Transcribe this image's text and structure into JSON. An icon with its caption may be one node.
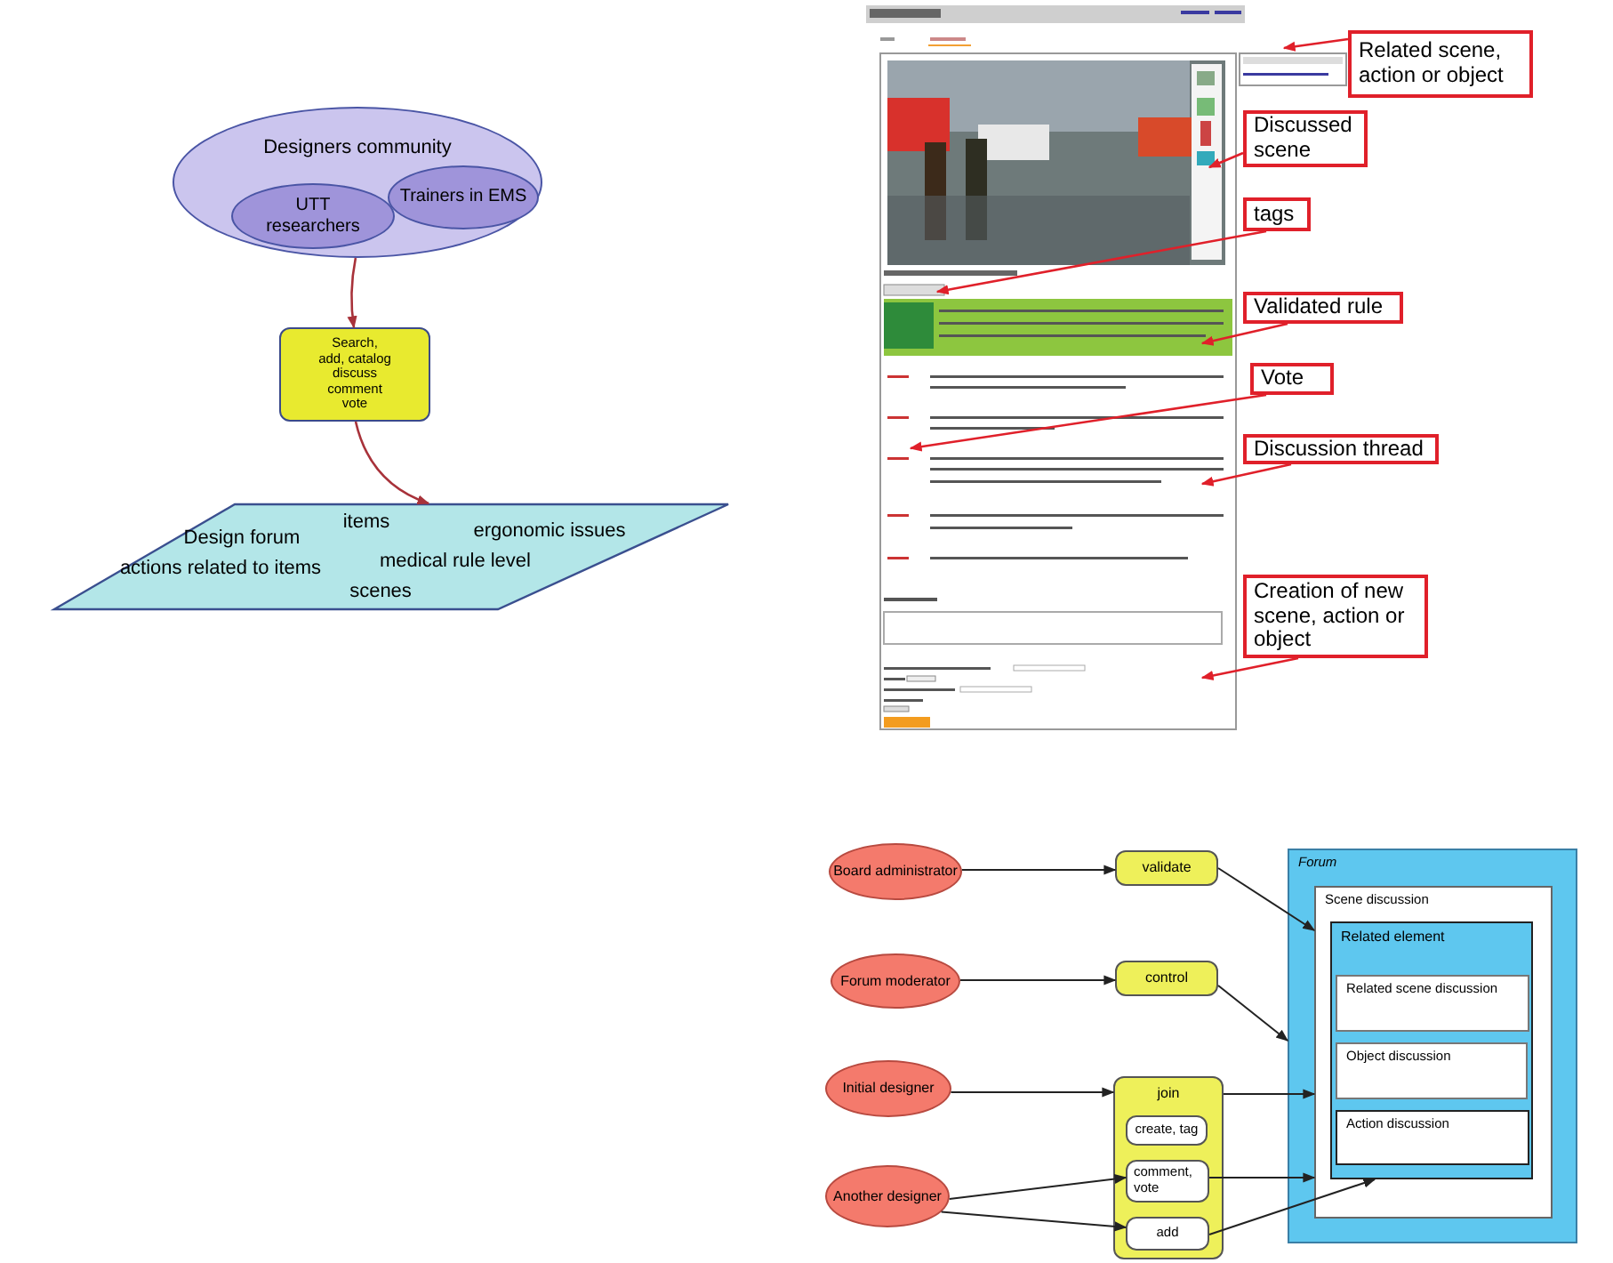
{
  "diagram": {
    "nodes": [
      {
        "text": [
          "Designers community"
        ]
      },
      {
        "text": [
          "UTT researchers"
        ],
        "in": 0
      },
      {
        "text": [
          "Trainers in EMS"
        ],
        "in": 0
      },
      {
        "text": [
          "Search,",
          "add, catalog",
          "discuss",
          "comment",
          "vote"
        ]
      },
      {
        "text": [
          "Design forum",
          "items",
          "ergonomic issues",
          "actions related to items",
          "medical rule level",
          "scenes"
        ]
      },
      {
        "text": [
          "Related scene, action or object"
        ]
      },
      {
        "text": [
          "Discussed scene"
        ]
      },
      {
        "text": [
          "tags"
        ]
      },
      {
        "text": [
          "Validated rule"
        ]
      },
      {
        "text": [
          "Vote"
        ]
      },
      {
        "text": [
          "Discussion thread"
        ]
      },
      {
        "text": [
          "Creation of new scene, action or object"
        ]
      },
      {
        "text": [
          "Board administrator"
        ]
      },
      {
        "text": [
          "validate"
        ]
      },
      {
        "text": [
          "Forum moderator"
        ]
      },
      {
        "text": [
          "control"
        ]
      },
      {
        "text": [
          "Initial designer"
        ]
      },
      {
        "text": [
          "join"
        ]
      },
      {
        "text": [
          "create, tag"
        ],
        "in": 17
      },
      {
        "text": [
          "Another designer"
        ]
      },
      {
        "text": [
          "comment, vote"
        ],
        "in": 17
      },
      {
        "text": [
          "add"
        ],
        "in": 17
      },
      {
        "text": [
          "Forum"
        ]
      },
      {
        "text": [
          "Scene discussion"
        ],
        "in": 22
      },
      {
        "text": [
          "Related element"
        ],
        "in": 23
      },
      {
        "text": [
          "Related scene discussion"
        ],
        "in": 24
      },
      {
        "text": [
          "Object discussion"
        ],
        "in": 24
      },
      {
        "text": [
          "Action discussion"
        ],
        "in": 24
      }
    ],
    "edges": [
      {
        "from": 0,
        "to": 3,
        "arrow": "to",
        "color": "#a8323a"
      },
      {
        "from": 3,
        "to": 4,
        "arrow": "to",
        "color": "#a8323a"
      },
      {
        "from": 5,
        "to": null,
        "arrow": "to",
        "color": "#e0202a"
      },
      {
        "from": 6,
        "to": null,
        "arrow": "to",
        "color": "#e0202a"
      },
      {
        "from": 7,
        "to": null,
        "arrow": "to",
        "color": "#e0202a"
      },
      {
        "from": 8,
        "to": null,
        "arrow": "to",
        "color": "#e0202a"
      },
      {
        "from": 9,
        "to": null,
        "arrow": "to",
        "color": "#e0202a"
      },
      {
        "from": 10,
        "to": null,
        "arrow": "to",
        "color": "#e0202a"
      },
      {
        "from": 11,
        "to": null,
        "arrow": "to",
        "color": "#e0202a"
      },
      {
        "from": 12,
        "to": 13,
        "arrow": "to"
      },
      {
        "from": 14,
        "to": 15,
        "arrow": "to"
      },
      {
        "from": 16,
        "to": 17,
        "arrow": "to"
      },
      {
        "from": 19,
        "to": 20,
        "arrow": "to"
      },
      {
        "from": 19,
        "to": 21,
        "arrow": "to"
      },
      {
        "from": 13,
        "to": 23,
        "arrow": "to"
      },
      {
        "from": 15,
        "to": 22,
        "arrow": "to"
      },
      {
        "from": 17,
        "to": 23,
        "arrow": "to"
      },
      {
        "from": 20,
        "to": 23,
        "arrow": "to"
      },
      {
        "from": 21,
        "to": 24,
        "arrow": "to"
      }
    ]
  }
}
